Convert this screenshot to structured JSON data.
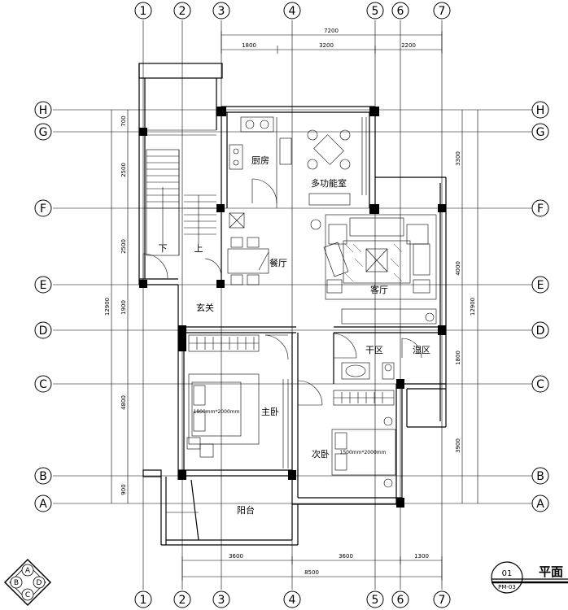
{
  "axis_labels": {
    "columns": [
      "1",
      "2",
      "3",
      "4",
      "5",
      "6",
      "7"
    ],
    "rows": [
      "H",
      "G",
      "F",
      "E",
      "D",
      "C",
      "B",
      "A"
    ]
  },
  "dimensions": {
    "top_total": "7200",
    "top_parts": [
      "1800",
      "3200",
      "2200"
    ],
    "bottom_total": "8500",
    "bottom_parts": [
      "3600",
      "3600",
      "1300"
    ],
    "left_total": "12900",
    "left_parts": [
      "700",
      "2500",
      "2500",
      "1900",
      "4800",
      "900"
    ],
    "right_total": "12900",
    "right_parts": [
      "3300",
      "4000",
      "1800",
      "3900"
    ]
  },
  "rooms": {
    "kitchen": "厨房",
    "multi_room": "多功能室",
    "dining": "餐厅",
    "living": "客厅",
    "entry": "玄关",
    "dry_area": "干区",
    "wet_area": "湿区",
    "master_bedroom": "主卧",
    "second_bedroom": "次卧",
    "balcony": "阳台"
  },
  "stair_labels": {
    "down": "下",
    "up": "上"
  },
  "furniture_labels": {
    "master_bed": "1800mm*2000mm",
    "second_bed": "1500mm*2000mm"
  },
  "title_block": {
    "number": "01",
    "sheet": "PM-03",
    "title": "平面"
  },
  "compass_letters": [
    "A",
    "B",
    "C",
    "D"
  ]
}
